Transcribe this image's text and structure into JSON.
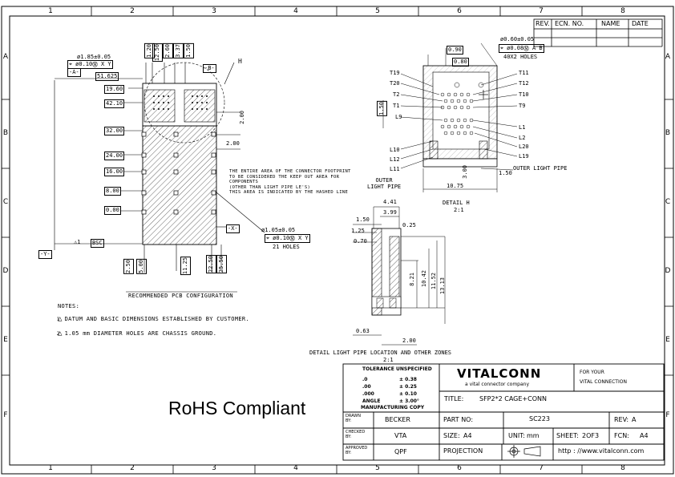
{
  "border": {
    "cols": [
      "1",
      "2",
      "3",
      "4",
      "5",
      "6",
      "7",
      "8"
    ],
    "rows": [
      "A",
      "B",
      "C",
      "D",
      "E",
      "F"
    ]
  },
  "revision_table": {
    "headers": [
      "REV.",
      "ECN. NO.",
      "NAME",
      "DATE"
    ]
  },
  "main_view": {
    "dims_top": [
      "1.20",
      "12.50",
      "2.60",
      "3.37",
      "1.50"
    ],
    "hole_spec": "ø1.85±0.05",
    "hole_tol": "ø0.10Ⓜ",
    "hole_ref": "X Y",
    "datum_a": "-A-",
    "datum_b": "-B-",
    "datum_x": "-X-",
    "datum_y": "-Y-",
    "label_h": "H",
    "dims_left": [
      "51.625",
      "19.60",
      "42.10",
      "32.00",
      "24.00",
      "16.00",
      "8.00",
      "0.00"
    ],
    "dims_bottom": [
      "2.50",
      "5.00",
      "11.25",
      "22.50",
      "25.50"
    ],
    "dim_right_1": "2.00",
    "dim_right_2": "2.00",
    "bsc": "BSC",
    "area_note": [
      "THE ENTIRE AREA OF THE CONNECTOR FOOTPRINT",
      "TO BE CONSIDERED THE KEEP OUT AREA FOR",
      "COMPONENTS",
      "(OTHER THAN LIGHT PIPE LE'S)",
      "THIS AREA IS INDICATED BY THE HASHED LINE"
    ],
    "small_hole": "ø1.05±0.05",
    "small_hole_tol": "ø0.10Ⓜ",
    "small_hole_count": "21 HOLES",
    "caption": "RECOMMENDED PCB CONFIGURATION"
  },
  "detail_h": {
    "dim_top_1": "0.90",
    "dim_top_2": "0.80",
    "hole_spec": "ø0.60±0.05",
    "hole_tol": "ø0.08Ⓜ",
    "hole_ref": "A B",
    "hole_count": "40X2 HOLES",
    "labels_left": [
      "T19",
      "T20",
      "T2",
      "T1",
      "L9",
      "L10",
      "L12",
      "L11"
    ],
    "labels_right": [
      "T11",
      "T12",
      "T10",
      "T9",
      "L1",
      "L2",
      "L20",
      "L19"
    ],
    "dim_left": "1.50",
    "dim_width": "10.75",
    "dim_right": "1.50",
    "dim_height": "3.00",
    "outer_pipe_left": "OUTER\nLIGHT PIPE",
    "outer_pipe_right": "OUTER LIGHT PIPE",
    "caption": "DETAIL H",
    "scale": "2:1"
  },
  "detail_lp": {
    "dims_top": [
      "4.41",
      "3.99",
      "0.25",
      "1.50",
      "1.25",
      "0.70"
    ],
    "dims_side": [
      "8.21",
      "10.42",
      "11.52",
      "13.13"
    ],
    "dim_bottom_1": "0.63",
    "dim_bottom_2": "2.00",
    "caption": "DETAIL LIGHT PIPE LOCATION AND OTHER ZONES",
    "scale": "2:1"
  },
  "notes": {
    "title": "NOTES:",
    "items": [
      {
        "num": "1",
        "text": "DATUM AND BASIC DIMENSIONS ESTABLISHED BY CUSTOMER."
      },
      {
        "num": "2",
        "text": "1.05 mm DIAMETER HOLES ARE CHASSIS GROUND."
      }
    ]
  },
  "rohs": "RoHS Compliant",
  "title_block": {
    "tolerance_title": "TOLERANCE UNSPECIFIED",
    "tolerances": [
      {
        "k": ".0",
        "v": "± 0.38"
      },
      {
        "k": ".00",
        "v": "± 0.25"
      },
      {
        "k": ".000",
        "v": "± 0.10"
      },
      {
        "k": "ANGLE",
        "v": "± 3.00°"
      }
    ],
    "manufacturing": "MANUFACTURING  COPY",
    "logo": "VITALCONN",
    "logo_sub": "a vital connector company",
    "for_your": "FOR YOUR",
    "vital_connection": "VITAL CONNECTION",
    "title_label": "TITLE:",
    "title_value": "SFP2*2  CAGE+CONN",
    "drawn_label": "DRAWN\nBY:",
    "drawn_value": "BECKER",
    "checked_label": "CHECKED\nBY:",
    "checked_value": "VTA",
    "approved_label": "APPROVED\nBY:",
    "approved_value": "QPF",
    "part_label": "PART NO:",
    "part_value": "SC223",
    "rev_label": "REV:",
    "rev_value": "A",
    "size_label": "SIZE:",
    "size_value": "A4",
    "unit_label": "UNIT:",
    "unit_value": "mm",
    "sheet_label": "SHEET:",
    "sheet_value": "2OF3",
    "fcn_label": "FCN:",
    "fcn_value": "A4",
    "projection_label": "PROJECTION",
    "url": "http : //www.vitalconn.com"
  }
}
